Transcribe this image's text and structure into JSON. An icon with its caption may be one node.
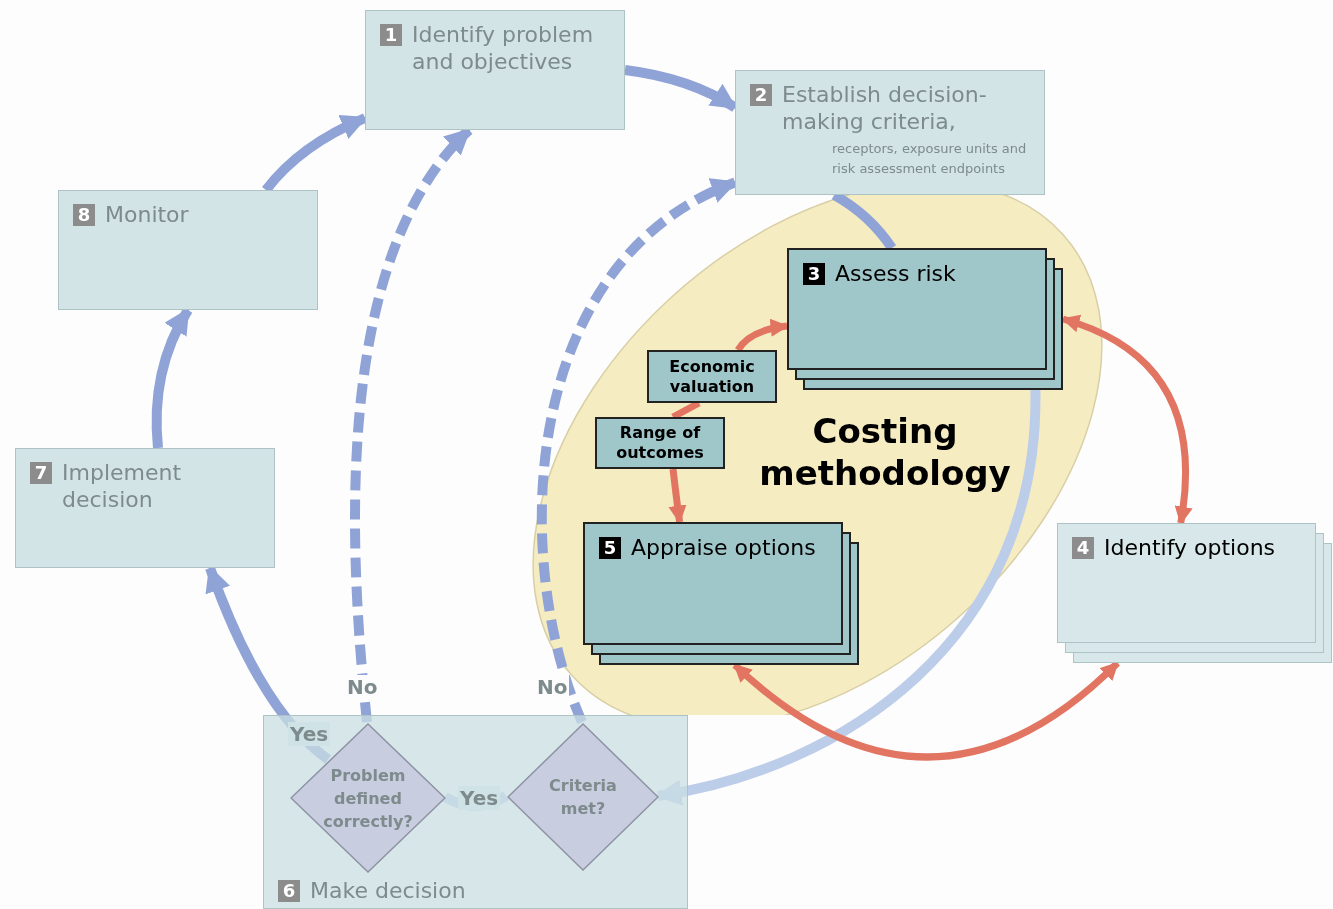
{
  "diagram": {
    "nodes": [
      {
        "text": [
          "1",
          "Identify problem and objectives"
        ]
      },
      {
        "text": [
          "2",
          "Establish decision-making criteria,",
          "receptors, exposure units and risk assessment endpoints"
        ]
      },
      {
        "text": [
          "Costing methodology"
        ]
      },
      {
        "text": [
          "3",
          "Assess risk"
        ],
        "in": 2
      },
      {
        "text": [
          "Economic valuation"
        ],
        "in": 2
      },
      {
        "text": [
          "Range of outcomes"
        ],
        "in": 2
      },
      {
        "text": [
          "5",
          "Appraise options"
        ],
        "in": 2
      },
      {
        "text": [
          "4",
          "Identify options"
        ]
      },
      {
        "text": [
          "6",
          "Make decision"
        ]
      },
      {
        "text": [
          "Problem defined correctly?"
        ],
        "in": 8
      },
      {
        "text": [
          "Criteria met?"
        ],
        "in": 8
      },
      {
        "text": [
          "7",
          "Implement decision"
        ]
      },
      {
        "text": [
          "8",
          "Monitor"
        ]
      }
    ],
    "edges": [
      {
        "from": 0,
        "to": 1,
        "arrow": "to"
      },
      {
        "from": 1,
        "to": 3,
        "arrow": "none"
      },
      {
        "from": 3,
        "to": 10,
        "arrow": "to",
        "color": "#bccde9"
      },
      {
        "from": 9,
        "to": 10,
        "label": "Yes",
        "arrow": "none",
        "color": "#bccde9"
      },
      {
        "from": 9,
        "to": 11,
        "label": "Yes",
        "arrow": "to"
      },
      {
        "from": 9,
        "to": 0,
        "label": "No",
        "arrow": "to",
        "style": "dashed"
      },
      {
        "from": 10,
        "to": 1,
        "label": "No",
        "arrow": "to",
        "style": "dashed"
      },
      {
        "from": 11,
        "to": 12,
        "arrow": "to"
      },
      {
        "from": 12,
        "to": 0,
        "arrow": "to"
      },
      {
        "from": 3,
        "to": 7,
        "arrow": "both",
        "color": "#e27562"
      },
      {
        "from": 6,
        "to": 7,
        "arrow": "both",
        "color": "#e27562"
      },
      {
        "from": 5,
        "to": 4,
        "arrow": "none",
        "color": "#e27562"
      },
      {
        "from": 4,
        "to": 3,
        "arrow": "to",
        "color": "#e27562"
      },
      {
        "from": 5,
        "to": 6,
        "arrow": "to",
        "color": "#e27562"
      }
    ]
  }
}
